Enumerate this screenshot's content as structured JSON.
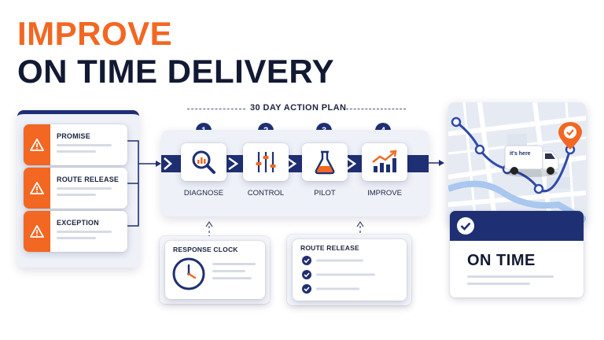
{
  "title": {
    "line1": "IMPROVE",
    "line2": "ON TIME DELIVERY"
  },
  "colors": {
    "orange": "#f26722",
    "navy": "#1f2f73",
    "dark": "#121a33",
    "panel": "#eef1f8"
  },
  "alerts": [
    {
      "label": "PROMISE",
      "icon": "warning-icon"
    },
    {
      "label": "ROUTE RELEASE",
      "icon": "warning-icon"
    },
    {
      "label": "EXCEPTION",
      "icon": "warning-icon"
    }
  ],
  "plan": {
    "title": "30 DAY ACTION PLAN",
    "steps": [
      {
        "number": "1",
        "label": "DIAGNOSE",
        "icon": "magnifier-chart-icon"
      },
      {
        "number": "2",
        "label": "CONTROL",
        "icon": "sliders-icon"
      },
      {
        "number": "3",
        "label": "PILOT",
        "icon": "flask-icon"
      },
      {
        "number": "4",
        "label": "IMPROVE",
        "icon": "trend-up-icon"
      }
    ]
  },
  "response_clock": {
    "label": "RESPONSE CLOCK",
    "icon": "clock-icon"
  },
  "route_release": {
    "label": "ROUTE RELEASE",
    "icon": "checklist-icon"
  },
  "map": {
    "van_brand": "it's here",
    "icon": "map-pin-check-icon"
  },
  "on_time": {
    "label": "ON TIME",
    "icon": "check-circle-icon"
  }
}
